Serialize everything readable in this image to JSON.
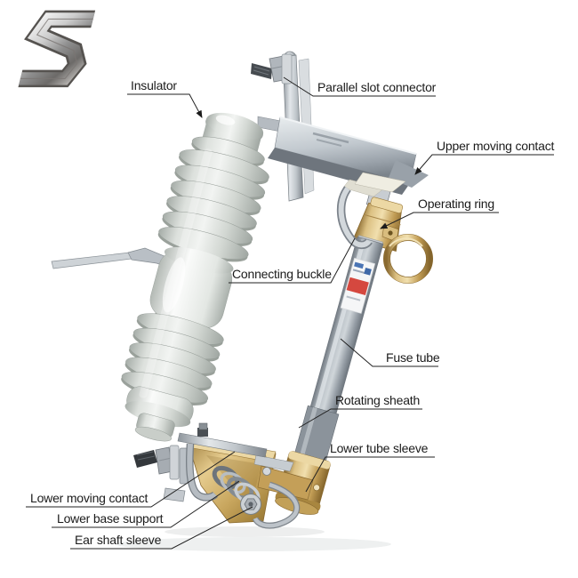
{
  "brand": {
    "logo_letter": "S"
  },
  "callouts": {
    "insulator": "Insulator",
    "parallel_slot_connector": "Parallel slot connector",
    "upper_moving_contact": "Upper moving contact",
    "operating_ring": "Operating ring",
    "connecting_buckle": "Connecting buckle",
    "fuse_tube": "Fuse tube",
    "rotating_sheath": "Rotating sheath",
    "lower_tube_sleeve": "Lower tube sleeve",
    "lower_moving_contact": "Lower moving contact",
    "lower_base_support": "Lower base support",
    "ear_shaft_sleeve": "Ear shaft sleeve"
  },
  "palette": {
    "background": "#ffffff",
    "label_ink": "#1b1b1b",
    "porcelain": "#d9ded9",
    "steel": "#c3c9ce",
    "brass": "#c9a75f",
    "fuse_tube_gray": "#9aa2aa",
    "sticker_red": "#d5483f",
    "sticker_blue": "#4a74b4"
  }
}
